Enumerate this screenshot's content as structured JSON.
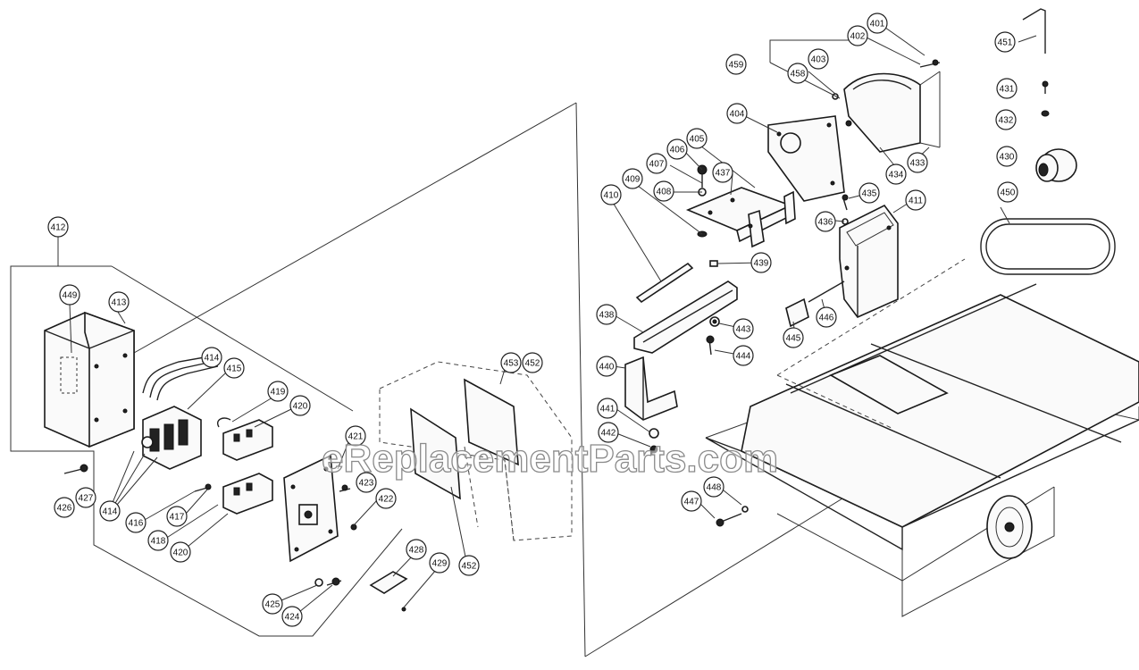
{
  "watermark": "eReplacementParts.com",
  "callouts": [
    {
      "id": "c412",
      "label": "412"
    },
    {
      "id": "c449",
      "label": "449"
    },
    {
      "id": "c413",
      "label": "413"
    },
    {
      "id": "c414a",
      "label": "414"
    },
    {
      "id": "c415",
      "label": "415"
    },
    {
      "id": "c419",
      "label": "419"
    },
    {
      "id": "c420a",
      "label": "420"
    },
    {
      "id": "c421",
      "label": "421"
    },
    {
      "id": "c423",
      "label": "423"
    },
    {
      "id": "c422",
      "label": "422"
    },
    {
      "id": "c426",
      "label": "426"
    },
    {
      "id": "c427",
      "label": "427"
    },
    {
      "id": "c414b",
      "label": "414"
    },
    {
      "id": "c416",
      "label": "416"
    },
    {
      "id": "c417",
      "label": "417"
    },
    {
      "id": "c418",
      "label": "418"
    },
    {
      "id": "c420b",
      "label": "420"
    },
    {
      "id": "c425",
      "label": "425"
    },
    {
      "id": "c424",
      "label": "424"
    },
    {
      "id": "c428",
      "label": "428"
    },
    {
      "id": "c429",
      "label": "429"
    },
    {
      "id": "c453",
      "label": "453"
    },
    {
      "id": "c452a",
      "label": "452"
    },
    {
      "id": "c452b",
      "label": "452"
    },
    {
      "id": "c401",
      "label": "401"
    },
    {
      "id": "c402",
      "label": "402"
    },
    {
      "id": "c459",
      "label": "459"
    },
    {
      "id": "c458",
      "label": "458"
    },
    {
      "id": "c403",
      "label": "403"
    },
    {
      "id": "c404",
      "label": "404"
    },
    {
      "id": "c405",
      "label": "405"
    },
    {
      "id": "c406",
      "label": "406"
    },
    {
      "id": "c407",
      "label": "407"
    },
    {
      "id": "c437",
      "label": "437"
    },
    {
      "id": "c408",
      "label": "408"
    },
    {
      "id": "c409",
      "label": "409"
    },
    {
      "id": "c410",
      "label": "410"
    },
    {
      "id": "c439",
      "label": "439"
    },
    {
      "id": "c434",
      "label": "434"
    },
    {
      "id": "c433",
      "label": "433"
    },
    {
      "id": "c435",
      "label": "435"
    },
    {
      "id": "c436",
      "label": "436"
    },
    {
      "id": "c411",
      "label": "411"
    },
    {
      "id": "c438",
      "label": "438"
    },
    {
      "id": "c443",
      "label": "443"
    },
    {
      "id": "c444",
      "label": "444"
    },
    {
      "id": "c446",
      "label": "446"
    },
    {
      "id": "c445",
      "label": "445"
    },
    {
      "id": "c440",
      "label": "440"
    },
    {
      "id": "c441",
      "label": "441"
    },
    {
      "id": "c442",
      "label": "442"
    },
    {
      "id": "c447",
      "label": "447"
    },
    {
      "id": "c448",
      "label": "448"
    },
    {
      "id": "c451",
      "label": "451"
    },
    {
      "id": "c431",
      "label": "431"
    },
    {
      "id": "c432",
      "label": "432"
    },
    {
      "id": "c430",
      "label": "430"
    },
    {
      "id": "c450",
      "label": "450"
    }
  ]
}
